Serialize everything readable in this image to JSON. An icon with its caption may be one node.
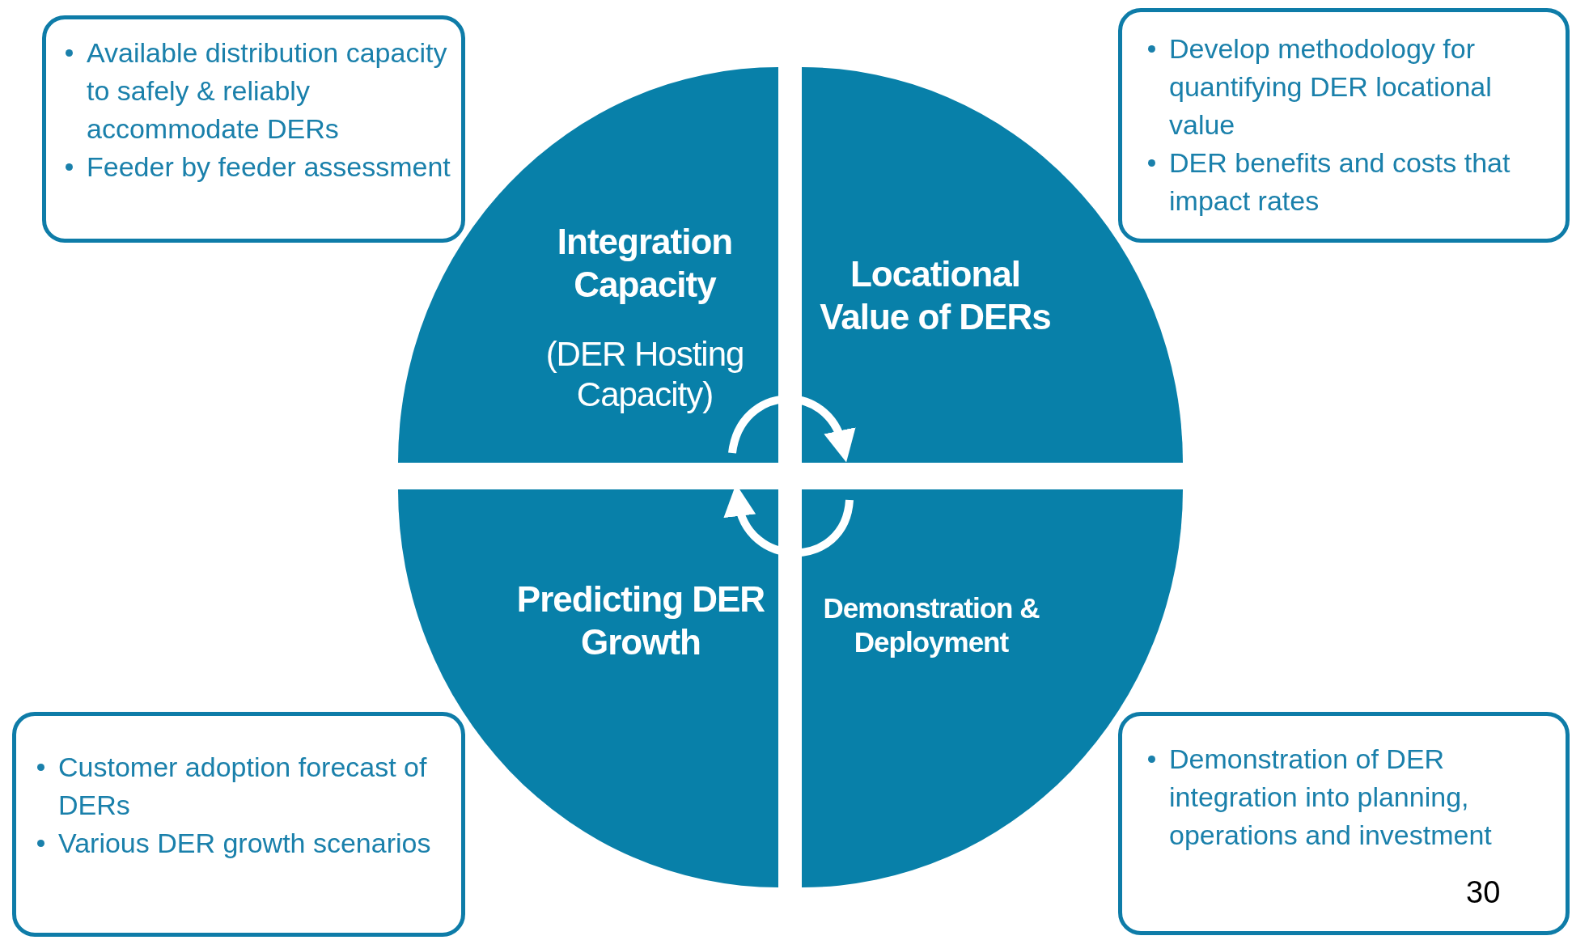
{
  "diagram": {
    "nodes": [
      {
        "text": [
          "Available distribution capacity to safely & reliably accommodate DERs",
          "Feeder by feeder assessment"
        ]
      },
      {
        "text": [
          "Develop methodology for quantifying DER locational value",
          "DER benefits and costs that impact rates"
        ]
      },
      {
        "text": [
          "Integration Capacity",
          "(DER Hosting Capacity)"
        ]
      },
      {
        "text": [
          "Locational Value of DERs"
        ]
      },
      {
        "text": [
          "Predicting DER Growth"
        ]
      },
      {
        "text": [
          "Demonstration & Deployment"
        ]
      },
      {
        "text": [
          "Customer adoption forecast of DERs",
          "Various DER growth scenarios"
        ]
      },
      {
        "text": [
          "Demonstration of DER integration into planning, operations and investment"
        ]
      }
    ],
    "edges": [
      {
        "from": 2,
        "to": 3,
        "arrow": "to"
      },
      {
        "from": 5,
        "to": 4,
        "arrow": "to"
      }
    ],
    "labels": [
      "30"
    ]
  }
}
